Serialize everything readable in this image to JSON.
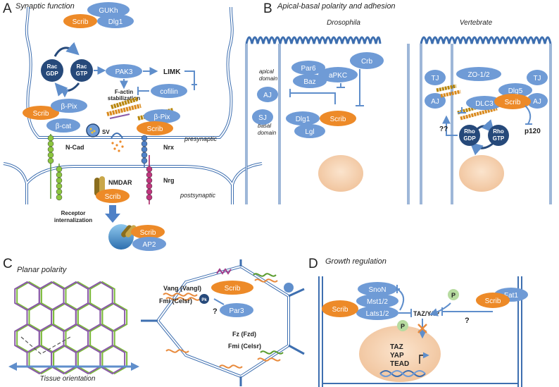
{
  "panels": {
    "A": {
      "letter": "A",
      "title": "Synaptic function"
    },
    "B": {
      "letter": "B",
      "title": "Apical-basal polarity and adhesion",
      "left": "Drosophila",
      "right": "Vertebrate"
    },
    "C": {
      "letter": "C",
      "title": "Planar polarity"
    },
    "D": {
      "letter": "D",
      "title": "Growth regulation"
    }
  },
  "A": {
    "gukh": "GUKh",
    "scrib_top": "Scrib",
    "dlg1": "Dlg1",
    "rac_gdp": [
      "Rac",
      "GDP"
    ],
    "rac_gtp": [
      "Rac",
      "GTP"
    ],
    "pak3": "PAK3",
    "limk": "LIMK",
    "cofilin": "cofilin",
    "factin": [
      "F-actin",
      "stabilization"
    ],
    "scrib_left": "Scrib",
    "bpix_left": "β-Pix",
    "bcat": "β-cat",
    "sv": "SV",
    "bpix_right": "β-Pix",
    "scrib_right": "Scrib",
    "presynaptic": "presynaptic",
    "ncad": "N-Cad",
    "nrx": "Nrx",
    "nrg": "Nrg",
    "nmdar": "NMDAR",
    "scrib_nmdar": "Scrib",
    "postsynaptic": "postsynaptic",
    "receptor": [
      "Receptor",
      "internalization"
    ],
    "scrib_bottom": "Scrib",
    "ap2": "AP2"
  },
  "B": {
    "par6": "Par6",
    "apkc": "aPKC",
    "baz": "Baz",
    "crb": "Crb",
    "apical": [
      "apical",
      "domain"
    ],
    "basal": [
      "basal",
      "domain"
    ],
    "aj": "AJ",
    "sj": "SJ",
    "dlg1": "Dlg1",
    "scrib": "Scrib",
    "lgl": "Lgl",
    "tj_left": "TJ",
    "tj_right": "TJ",
    "zo": "ZO-1/2",
    "aj_left": "AJ",
    "aj_right": "AJ",
    "dlg5": "Dlg5",
    "dlc3": "DLC3",
    "scrib_v": "Scrib",
    "qq": "??",
    "rho_gdp": [
      "Rho",
      "GDP"
    ],
    "rho_gtp": [
      "Rho",
      "GTP"
    ],
    "p120": "p120"
  },
  "C": {
    "vang": "Vang (Vangl)",
    "scrib": "Scrib",
    "fmi_top": "Fmi (Celsr)",
    "pk": "Pk",
    "q": "?",
    "par3": "Par3",
    "fz": "Fz (Fzd)",
    "fmi_bottom": "Fmi (Celsr)",
    "tissue": "Tissue orientation"
  },
  "D": {
    "snon": "SnoN",
    "mst": "Mst1/2",
    "lats": "Lats1/2",
    "scrib": "Scrib",
    "taz_yap": "TAZ/YAP",
    "p1": "P",
    "p2": "P",
    "q": "?",
    "scrib_right": "Scrib",
    "fat1": "Fat1",
    "taz": "TAZ",
    "yap": "YAP",
    "tead": "TEAD"
  },
  "colors": {
    "blue": "#6f9bd6",
    "blue_dark": "#3e6fb0",
    "orange": "#ed8a28",
    "navy": "#26497a",
    "nucleus": "#f5d2b0",
    "green": "#7dbb3c",
    "magenta": "#c0367e",
    "purple": "#8a5aa8"
  }
}
